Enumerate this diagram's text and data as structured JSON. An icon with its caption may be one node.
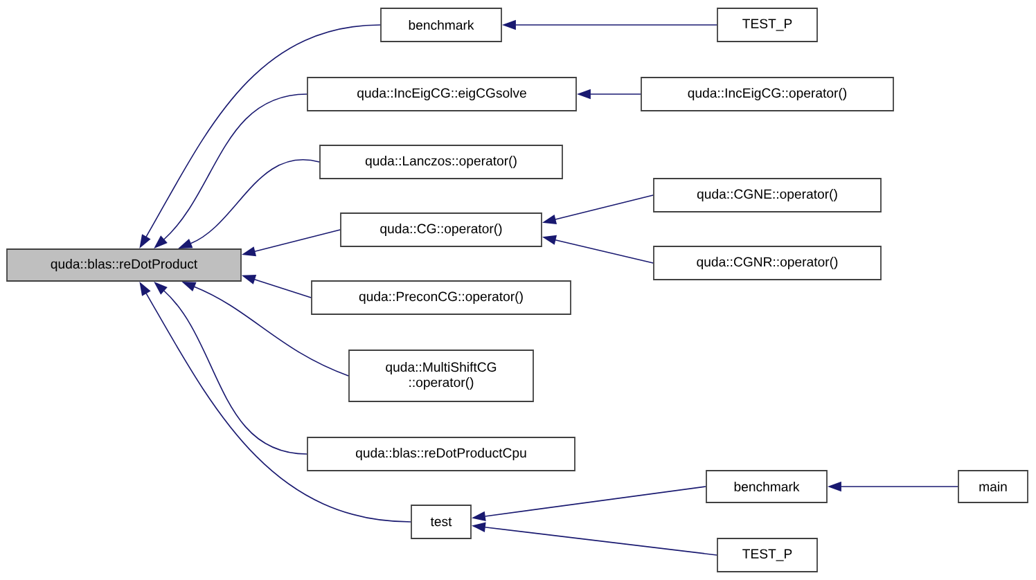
{
  "diagram": {
    "nodes": [
      {
        "text": [
          "quda::blas::reDotProduct"
        ]
      },
      {
        "text": [
          "benchmark"
        ]
      },
      {
        "text": [
          "TEST_P"
        ]
      },
      {
        "text": [
          "quda::IncEigCG::eigCGsolve"
        ]
      },
      {
        "text": [
          "quda::IncEigCG::operator()"
        ]
      },
      {
        "text": [
          "quda::Lanczos::operator()"
        ]
      },
      {
        "text": [
          "quda::CG::operator()"
        ]
      },
      {
        "text": [
          "quda::CGNE::operator()"
        ]
      },
      {
        "text": [
          "quda::CGNR::operator()"
        ]
      },
      {
        "text": [
          "quda::PreconCG::operator()"
        ]
      },
      {
        "text": [
          "quda::MultiShiftCG ::operator()"
        ]
      },
      {
        "text": [
          "quda::blas::reDotProductCpu"
        ]
      },
      {
        "text": [
          "test"
        ]
      },
      {
        "text": [
          "benchmark"
        ]
      },
      {
        "text": [
          "main"
        ]
      },
      {
        "text": [
          "TEST_P"
        ]
      }
    ],
    "edges": [
      {
        "from": 1,
        "to": 0,
        "arrow": "to"
      },
      {
        "from": 2,
        "to": 1,
        "arrow": "to"
      },
      {
        "from": 3,
        "to": 0,
        "arrow": "to"
      },
      {
        "from": 4,
        "to": 3,
        "arrow": "to"
      },
      {
        "from": 5,
        "to": 0,
        "arrow": "to"
      },
      {
        "from": 6,
        "to": 0,
        "arrow": "to"
      },
      {
        "from": 7,
        "to": 6,
        "arrow": "to"
      },
      {
        "from": 8,
        "to": 6,
        "arrow": "to"
      },
      {
        "from": 9,
        "to": 0,
        "arrow": "to"
      },
      {
        "from": 10,
        "to": 0,
        "arrow": "to"
      },
      {
        "from": 11,
        "to": 0,
        "arrow": "to"
      },
      {
        "from": 12,
        "to": 0,
        "arrow": "to"
      },
      {
        "from": 13,
        "to": 12,
        "arrow": "to"
      },
      {
        "from": 14,
        "to": 13,
        "arrow": "to"
      },
      {
        "from": 15,
        "to": 12,
        "arrow": "to"
      }
    ]
  }
}
